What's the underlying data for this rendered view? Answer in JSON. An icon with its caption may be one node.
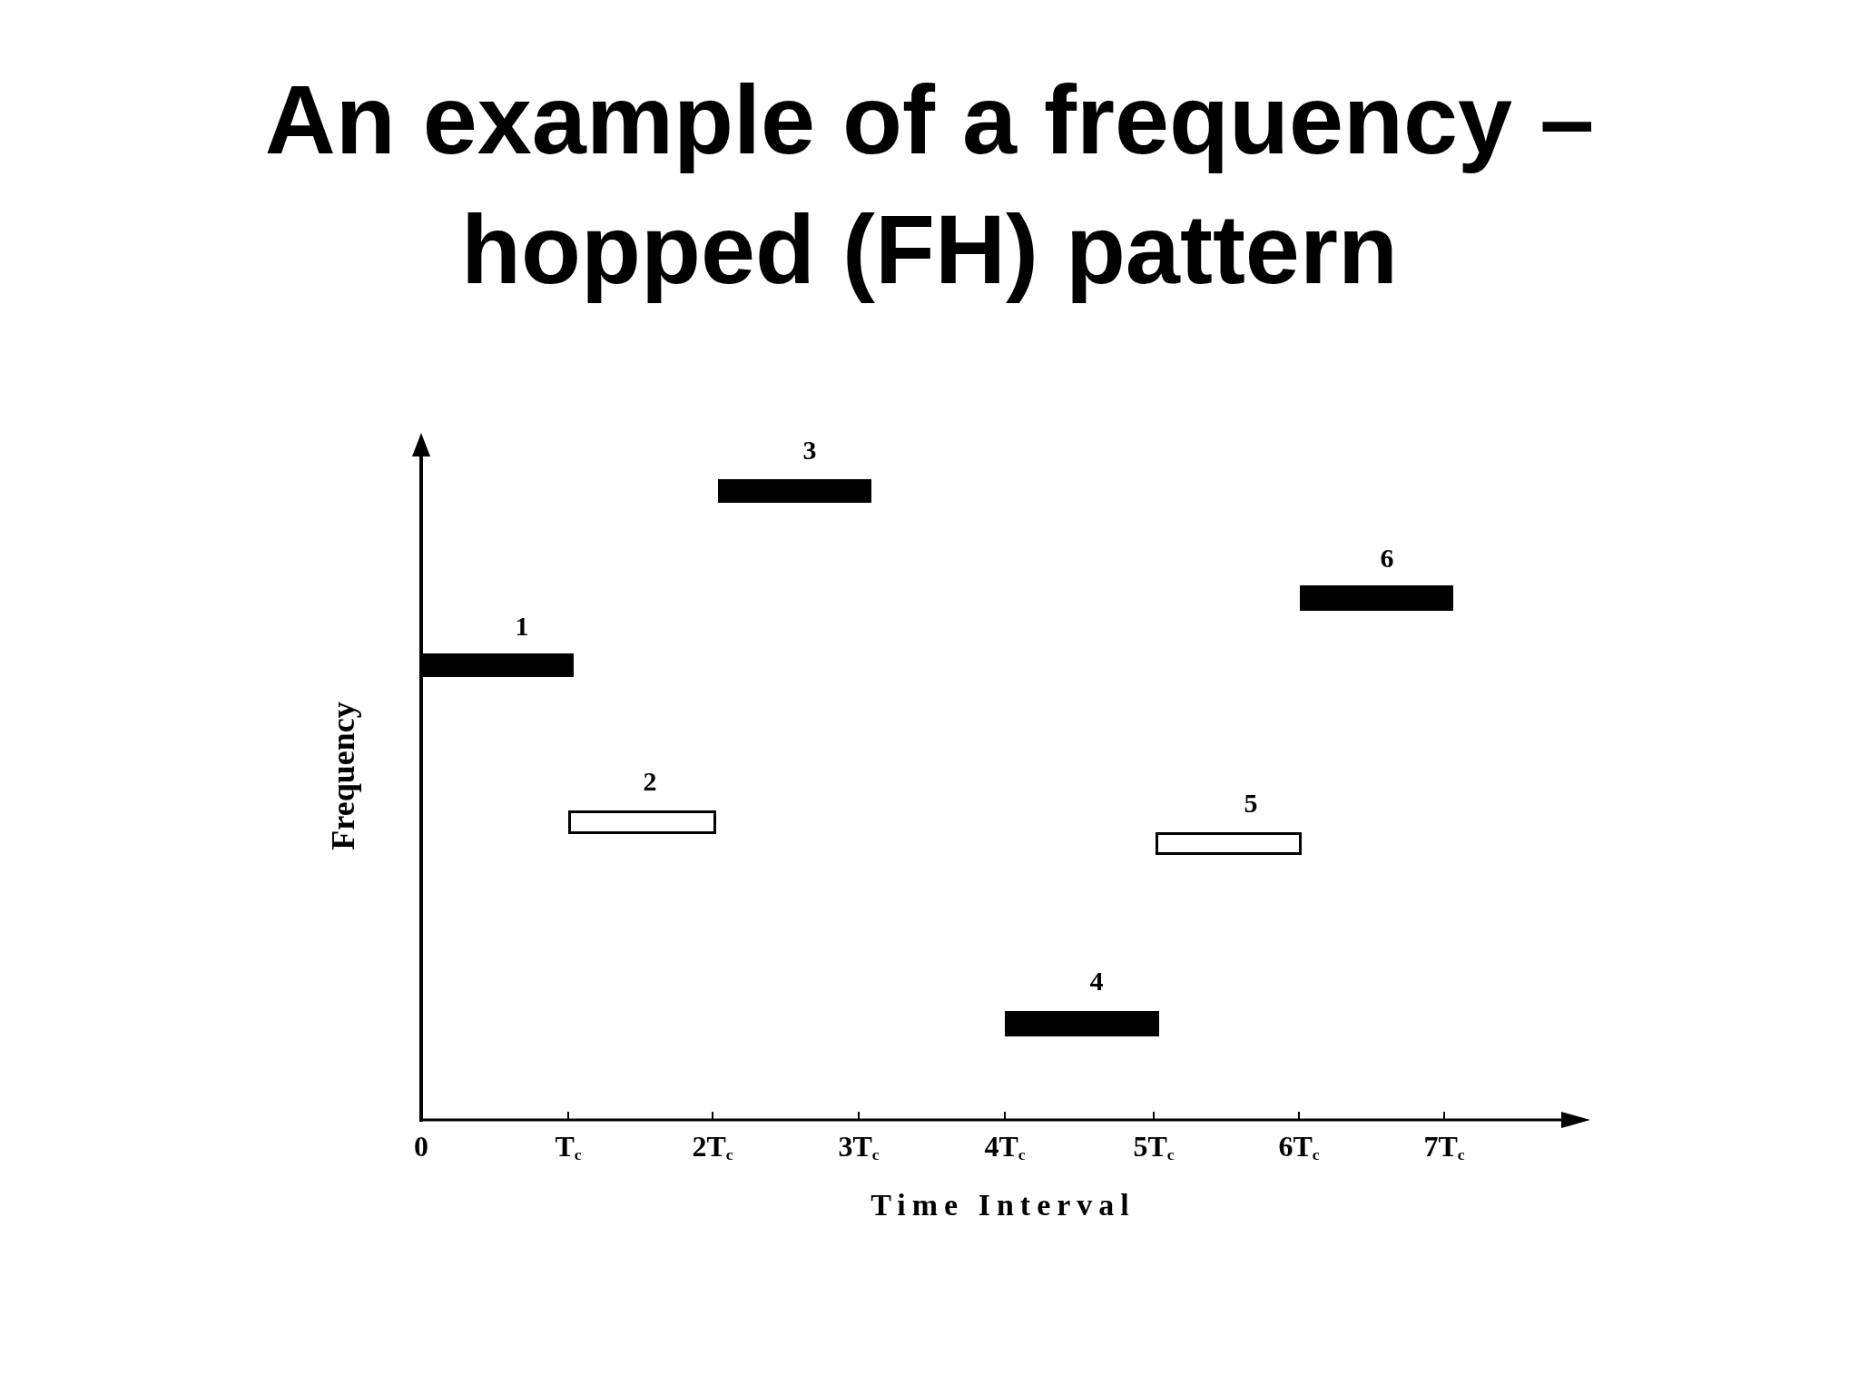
{
  "diagram": {
    "title": "An example of a frequency – hopped (FH) pattern",
    "nodes": [
      {
        "text": [
          "1"
        ]
      },
      {
        "text": [
          "2"
        ]
      },
      {
        "text": [
          "3"
        ]
      },
      {
        "text": [
          "4"
        ]
      },
      {
        "text": [
          "5"
        ]
      },
      {
        "text": [
          "6"
        ]
      }
    ],
    "edges": [],
    "labels": [
      "Frequency",
      "0",
      "T$_{c}$",
      "2T$_{c}$",
      "3T$_{c}$",
      "4T$_{c}$",
      "5T$_{c}$",
      "6T$_{c}$",
      "7T$_{c}$",
      "Time Interval"
    ]
  }
}
